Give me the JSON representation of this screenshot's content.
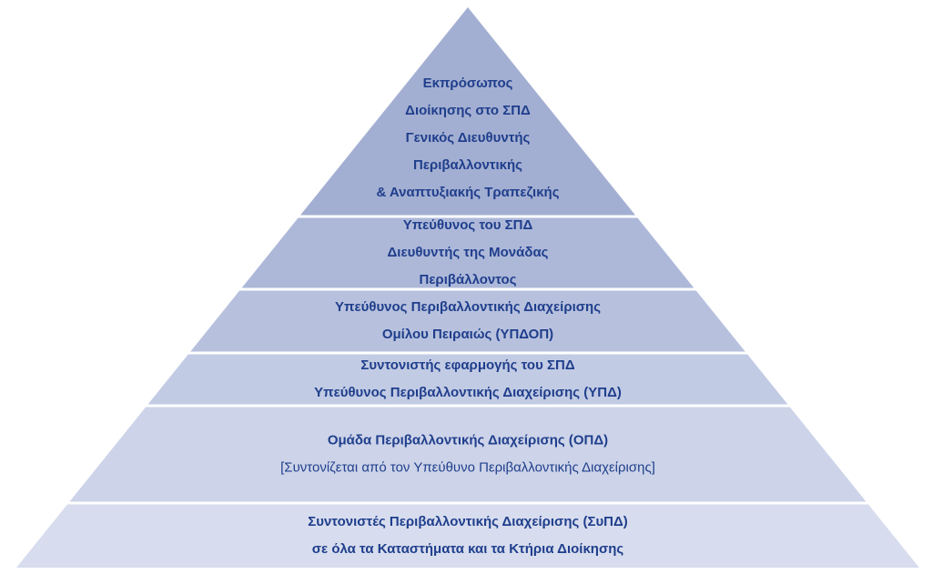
{
  "colors": {
    "text": "#1f3e8c",
    "separator": "#ffffff"
  },
  "tiers": [
    {
      "fill": "#a3afd2",
      "lines": [
        {
          "text": "Εκπρόσωπος",
          "bold": true
        },
        {
          "text": "Διοίκησης στο ΣΠΔ",
          "bold": true
        },
        {
          "text": "Γενικός Διευθυντής",
          "bold": true
        },
        {
          "text": "Περιβαλλοντικής",
          "bold": true
        },
        {
          "text": "& Αναπτυξιακής Τραπεζικής",
          "bold": true
        }
      ]
    },
    {
      "fill": "#adb8d9",
      "lines": [
        {
          "text": "Υπεύθυνος του ΣΠΔ",
          "bold": true
        },
        {
          "text": "Διευθυντής της Μονάδας",
          "bold": true
        },
        {
          "text": "Περιβάλλοντος",
          "bold": true
        }
      ]
    },
    {
      "fill": "#b7c1de",
      "lines": [
        {
          "text": "Υπεύθυνος Περιβαλλοντικής Διαχείρισης",
          "bold": true
        },
        {
          "text": "Ομίλου Πειραιώς (ΥΠΔΟΠ)",
          "bold": true
        }
      ]
    },
    {
      "fill": "#c2cbe4",
      "lines": [
        {
          "text": "Συντονιστής εφαρμογής του ΣΠΔ",
          "bold": true
        },
        {
          "text": "Υπεύθυνος Περιβαλλοντικής Διαχείρισης  (ΥΠΔ)",
          "bold": true
        }
      ]
    },
    {
      "fill": "#cdd4e9",
      "lines": [
        {
          "text": "Ομάδα Περιβαλλοντικής Διαχείρισης  (ΟΠΔ)",
          "bold": true
        },
        {
          "text": "[Συντονίζεται από τον Υπεύθυνο Περιβαλλοντικής Διαχείρισης]",
          "bold": false
        }
      ]
    },
    {
      "fill": "#d7ddee",
      "lines": [
        {
          "text": "Συντονιστές Περιβαλλοντικής Διαχείρισης (ΣυΠΔ)",
          "bold": true
        },
        {
          "text": "σε όλα τα Καταστήματα και τα Κτήρια Διοίκησης",
          "bold": true
        }
      ]
    }
  ]
}
